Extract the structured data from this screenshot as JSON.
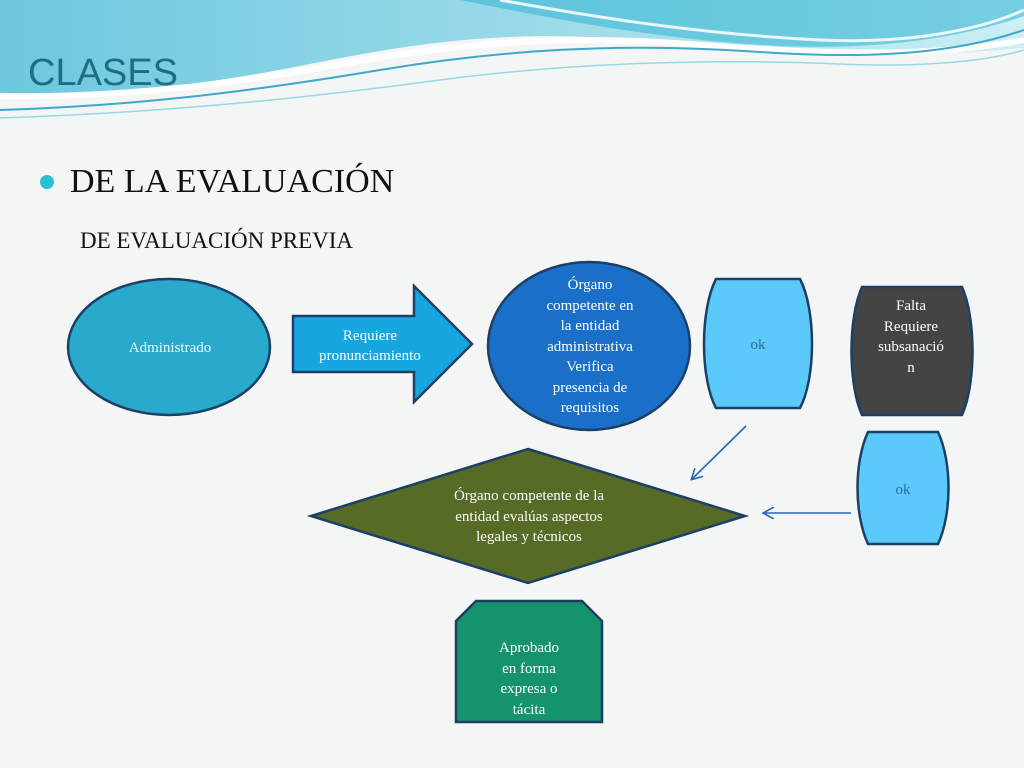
{
  "slide": {
    "title": "CLASES",
    "bullet": "DE LA EVALUACIÓN",
    "subheading": "DE EVALUACIÓN PREVIA"
  },
  "diagram": {
    "administrado": "Administrado",
    "requiere": "Requiere\npronunciamiento",
    "organo_verifica": "Órgano\ncompetente en\nla entidad\nadministrativa\nVerifica\npresencia de\nrequisitos",
    "ok_top": "ok",
    "falta": "Falta\nRequiere\nsubsanació\nn",
    "ok_right": "ok",
    "organo_evalua": "Órgano competente de la\nentidad  evalúas aspectos\nlegales y técnicos",
    "aprobado": "Aprobado\nen forma\nexpresa o\ntácita"
  },
  "colors": {
    "title": "#1c6f80",
    "administrado_fill": "#29a9cc",
    "arrow_fill": "#17a6df",
    "organo_fill": "#1a6fc8",
    "ok_fill": "#5bcafa",
    "falta_fill": "#444444",
    "diamond_fill": "#566b26",
    "aprobado_fill": "#15936c"
  }
}
